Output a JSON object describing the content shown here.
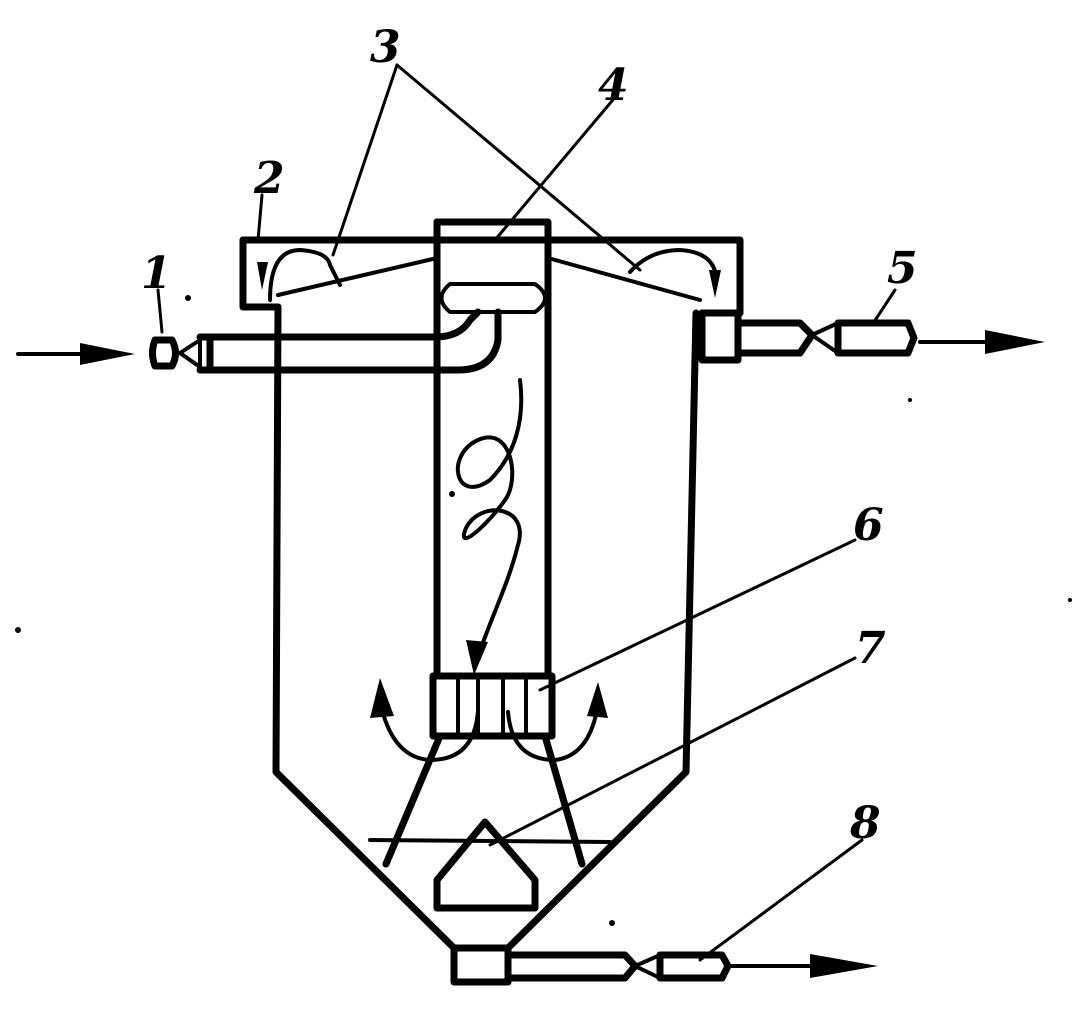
{
  "diagram": {
    "labels": {
      "n1": "1",
      "n2": "2",
      "n3": "3",
      "n4": "4",
      "n5": "5",
      "n6": "6",
      "n7": "7",
      "n8": "8"
    },
    "colors": {
      "line": "#000000",
      "background": "#ffffff"
    }
  }
}
